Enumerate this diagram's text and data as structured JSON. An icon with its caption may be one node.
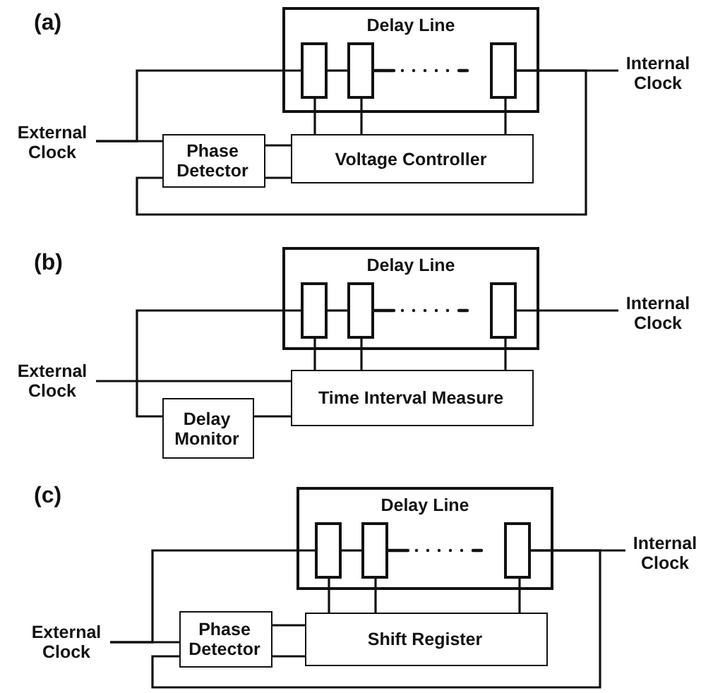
{
  "diagram": {
    "nodes": [
      {
        "text": [
          "Delay Line"
        ]
      },
      {
        "text": [],
        "shape": "box",
        "in": 0
      },
      {
        "text": [],
        "shape": "box",
        "in": 0
      },
      {
        "text": [],
        "shape": "box",
        "in": 0
      },
      {
        "text": [
          "External Clock"
        ]
      },
      {
        "text": [
          "Internal Clock"
        ]
      },
      {
        "text": [
          "Phase Detector"
        ]
      },
      {
        "text": [
          "Voltage Controller"
        ]
      },
      {
        "text": [
          "Delay Line"
        ]
      },
      {
        "text": [],
        "shape": "box",
        "in": 8
      },
      {
        "text": [],
        "shape": "box",
        "in": 8
      },
      {
        "text": [],
        "shape": "box",
        "in": 8
      },
      {
        "text": [
          "External Clock"
        ]
      },
      {
        "text": [
          "Internal Clock"
        ]
      },
      {
        "text": [
          "Time Interval Measure"
        ]
      },
      {
        "text": [
          "Delay Monitor"
        ]
      },
      {
        "text": [
          "Delay Line"
        ]
      },
      {
        "text": [],
        "shape": "box",
        "in": 16
      },
      {
        "text": [],
        "shape": "box",
        "in": 16
      },
      {
        "text": [],
        "shape": "box",
        "in": 16
      },
      {
        "text": [
          "External Clock"
        ]
      },
      {
        "text": [
          "Internal Clock"
        ]
      },
      {
        "text": [
          "Phase Detector"
        ]
      },
      {
        "text": [
          "Shift Register"
        ]
      }
    ],
    "edges": [
      {
        "from": 4,
        "to": 1,
        "arrow": "none"
      },
      {
        "from": 4,
        "to": 6,
        "arrow": "none"
      },
      {
        "from": 1,
        "to": 2,
        "arrow": "none"
      },
      {
        "from": 2,
        "to": 3,
        "arrow": "none",
        "style": "dashed"
      },
      {
        "from": 3,
        "to": 5,
        "arrow": "none"
      },
      {
        "from": 3,
        "to": 6,
        "arrow": "none"
      },
      {
        "from": 6,
        "to": 7,
        "arrow": "none"
      },
      {
        "from": 6,
        "to": 7,
        "arrow": "none"
      },
      {
        "from": 7,
        "to": 1,
        "arrow": "none"
      },
      {
        "from": 7,
        "to": 2,
        "arrow": "none"
      },
      {
        "from": 7,
        "to": 3,
        "arrow": "none"
      },
      {
        "from": 15,
        "to": 9,
        "arrow": "none"
      },
      {
        "from": 9,
        "to": 10,
        "arrow": "none"
      },
      {
        "from": 10,
        "to": 11,
        "arrow": "none",
        "style": "dashed"
      },
      {
        "from": 11,
        "to": 13,
        "arrow": "none"
      },
      {
        "from": 12,
        "to": 14,
        "arrow": "none"
      },
      {
        "from": 15,
        "to": 14,
        "arrow": "none"
      },
      {
        "from": 14,
        "to": 9,
        "arrow": "none"
      },
      {
        "from": 14,
        "to": 10,
        "arrow": "none"
      },
      {
        "from": 14,
        "to": 11,
        "arrow": "none"
      },
      {
        "from": 20,
        "to": 17,
        "arrow": "none"
      },
      {
        "from": 20,
        "to": 22,
        "arrow": "none"
      },
      {
        "from": 17,
        "to": 18,
        "arrow": "none"
      },
      {
        "from": 18,
        "to": 19,
        "arrow": "none",
        "style": "dashed"
      },
      {
        "from": 19,
        "to": 21,
        "arrow": "none"
      },
      {
        "from": 19,
        "to": 22,
        "arrow": "none"
      },
      {
        "from": 22,
        "to": 23,
        "arrow": "none"
      },
      {
        "from": 22,
        "to": 23,
        "arrow": "none"
      },
      {
        "from": 23,
        "to": 17,
        "arrow": "none"
      },
      {
        "from": 23,
        "to": 18,
        "arrow": "none"
      },
      {
        "from": 23,
        "to": 19,
        "arrow": "none"
      }
    ],
    "labels": [
      "(a)",
      "(b)",
      "(c)"
    ]
  }
}
